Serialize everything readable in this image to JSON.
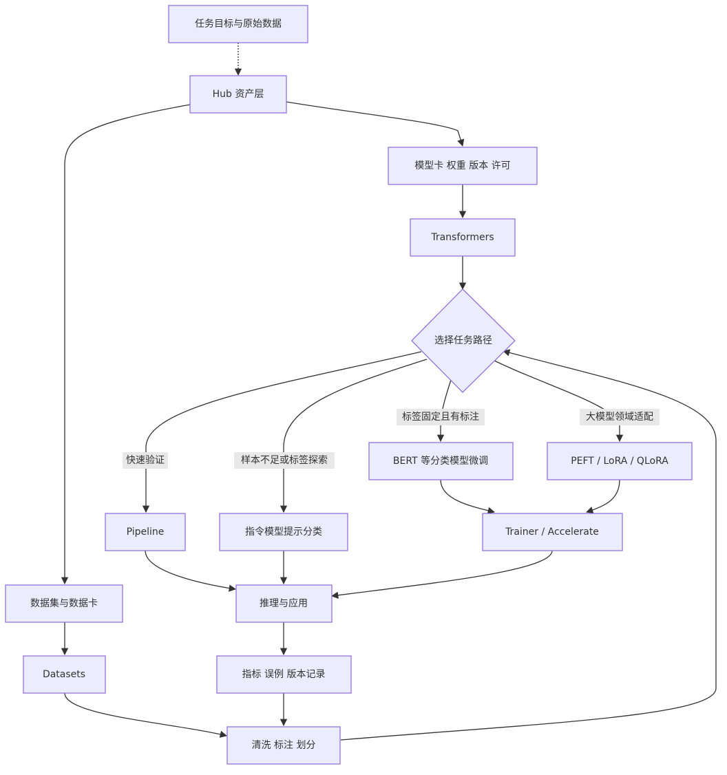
{
  "colors": {
    "node_fill": "#ECECFF",
    "node_stroke": "#9370DB",
    "edge": "#333333",
    "label_bg": "#e8e8e8",
    "text": "#333333"
  },
  "nodes": {
    "task": "任务目标与原始数据",
    "hub": "Hub 资产层",
    "modelcard": "模型卡 权重 版本 许可",
    "transformers": "Transformers",
    "decision": "选择任务路径",
    "bert": "BERT 等分类模型微调",
    "peft": "PEFT / LoRA / QLoRA",
    "pipeline": "Pipeline",
    "prompt": "指令模型提示分类",
    "trainer": "Trainer / Accelerate",
    "datacard": "数据集与数据卡",
    "infer": "推理与应用",
    "datasets": "Datasets",
    "metrics": "指标 误例 版本记录",
    "clean": "清洗 标注 划分"
  },
  "edge_labels": {
    "quick": "快速验证",
    "few": "样本不足或标签探索",
    "fixed": "标签固定且有标注",
    "domain": "大模型领域适配"
  }
}
